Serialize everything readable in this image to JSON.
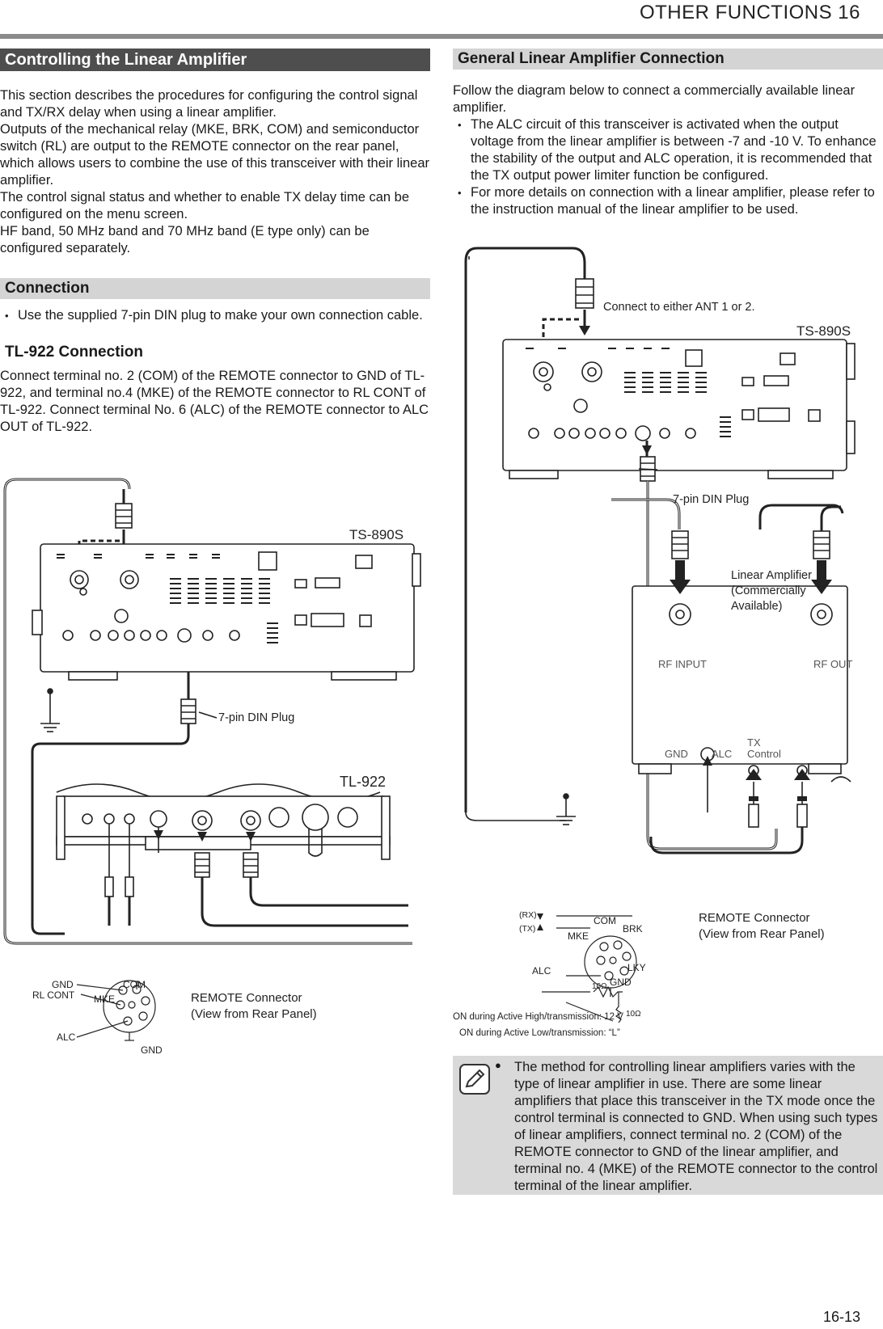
{
  "header": {
    "title": "OTHER FUNCTIONS  16"
  },
  "left": {
    "section_title": "Controlling the Linear Amplifier",
    "intro": [
      "This section describes the procedures for configuring the control signal and TX/RX delay when using a linear amplifier.",
      "Outputs of the mechanical relay (MKE, BRK, COM) and semiconductor switch (RL) are output to the REMOTE connector on the rear panel, which allows users to combine the use of this transceiver with their linear amplifier.",
      "The control signal status and whether to enable TX delay time can be configured on the menu screen.",
      "HF band, 50 MHz band and 70 MHz band (E type only) can be configured separately."
    ],
    "connection_title": "Connection",
    "connection_bullet": "Use the supplied 7-pin DIN plug to make your own connection cable.",
    "tl922_title": "TL-922 Connection",
    "tl922_text": "Connect terminal no. 2 (COM) of the REMOTE connector to GND of TL-922, and terminal no.4 (MKE) of the REMOTE connector to RL CONT of TL-922. Connect terminal No. 6 (ALC) of the REMOTE connector to ALC OUT of TL-922.",
    "fig": {
      "ts890s": "TS-890S",
      "din_plug": "7-pin DIN Plug",
      "tl922": "TL-922",
      "remote_l1": "REMOTE Connector",
      "remote_l2": "(View from Rear Panel)",
      "pin_gnd": "GND",
      "pin_rlcont": "RL CONT",
      "pin_com": "COM",
      "pin_mke": "MKE",
      "pin_alc": "ALC",
      "pin_gnd2": "GND"
    }
  },
  "right": {
    "section_title": "General Linear Amplifier Connection",
    "intro": "Follow the diagram below to connect a commercially available linear amplifier.",
    "bullets": [
      "The ALC circuit of this transceiver is activated when the output voltage from the linear amplifier is between -7 and -10 V. To enhance the stability of the output and ALC operation, it is recommended that the TX output power limiter function be configured.",
      "For more details on connection with a linear amplifier, please refer to the instruction manual of the linear amplifier to be used."
    ],
    "fig": {
      "ant_note": "Connect to either ANT 1 or 2.",
      "ts890s": "TS-890S",
      "din_plug": "7-pin DIN Plug",
      "amp_l1": "Linear Amplifier",
      "amp_l2": "(Commercially",
      "amp_l3": "Available)",
      "rf_input": "RF INPUT",
      "rf_out": "RF OUT",
      "gnd": "GND",
      "alc": "ALC",
      "tx_l1": "TX",
      "tx_l2": "Control",
      "remote_l1": "REMOTE Connector",
      "remote_l2": "(View from Rear Panel)",
      "rx": "(RX)",
      "tx": "(TX)",
      "com": "COM",
      "brk": "BRK",
      "mke": "MKE",
      "alc_pin": "ALC",
      "lky": "LKY",
      "gnd_pin": "GND",
      "r10a": "10Ω",
      "r10b": "10Ω",
      "on_high": "ON during Active High/transmission: 12 V",
      "on_low": "ON during Active Low/transmission: “L”"
    },
    "note": "The method for controlling linear amplifiers varies with the type of linear amplifier in use. There are some linear amplifiers that place this transceiver in the TX mode once the control terminal is connected to GND. When using such types of linear amplifiers, connect terminal no. 2 (COM) of the REMOTE connector to GND of the linear amplifier, and terminal no. 4 (MKE) of the REMOTE connector to the control terminal of the linear amplifier."
  },
  "footer": {
    "page_number": "16-13"
  }
}
